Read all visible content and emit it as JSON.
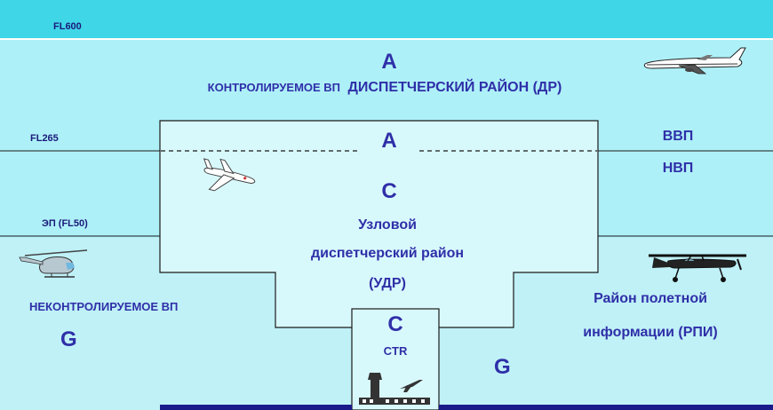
{
  "colors": {
    "sky_top": "#3fd6e8",
    "sky_upper": "#aef0f8",
    "sky_lower": "#bff1f7",
    "terminal_zone": "#d8f9fc",
    "text": "#2f2fa8",
    "line": "#1a1a1a",
    "ground": "#1a1a8a"
  },
  "levels": {
    "fl600": "FL600",
    "fl265": "FL265",
    "fl50": "ЭП (FL50)"
  },
  "controlled": {
    "class": "A",
    "prefix": "КОНТРОЛИРУЕМОЕ ВП",
    "name": "ДИСПЕТЧЕРСКИЙ  РАЙОН (ДР)"
  },
  "tma": {
    "upper_class": "A",
    "class": "C",
    "name_line1": "Узловой",
    "name_line2": "диспетчерский  район",
    "name_line3": "(УДР)"
  },
  "airspace_split": {
    "upper": "ВВП",
    "lower": "НВП"
  },
  "ctr": {
    "class": "C",
    "name": "CTR"
  },
  "uncontrolled": {
    "label": "НЕКОНТРОЛИРУЕМОЕ  ВП",
    "class_left": "G",
    "class_right": "G"
  },
  "fir": {
    "line1": "Район полетной",
    "line2": "информации  (РПИ)"
  },
  "icons": [
    "airliner-icon",
    "business-jet-icon",
    "helicopter-icon",
    "light-aircraft-icon",
    "airport-tower-icon"
  ]
}
